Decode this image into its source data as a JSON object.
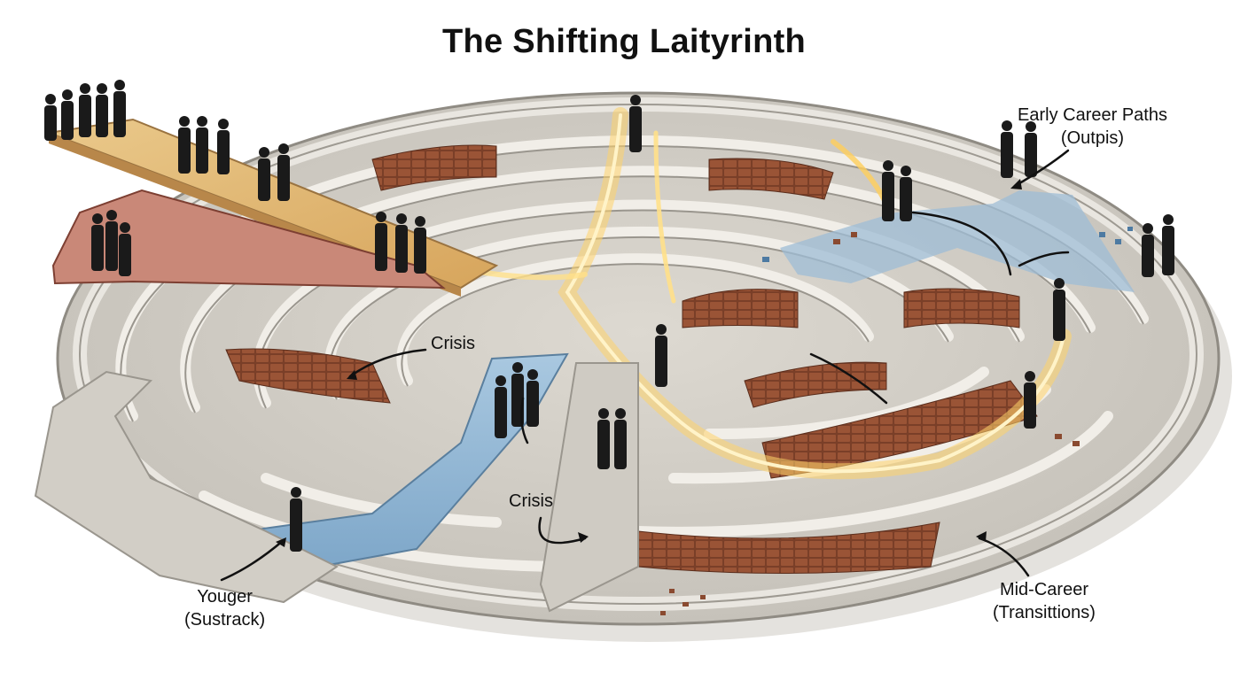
{
  "title": "The Shifting Laityrinth",
  "labels": {
    "early_career": {
      "line1": "Early Career Paths",
      "line2": "(Outpis)"
    },
    "crisis_upper": "Crisis",
    "crisis_lower": "Crisis",
    "younger": {
      "line1": "Youger",
      "line2": "(Sustrack)"
    },
    "mid_career": {
      "line1": "Mid-Career",
      "line2": "(Transittions)"
    }
  },
  "colors": {
    "concrete": "#c9c5bd",
    "concrete_edge": "#9e9a92",
    "brick": "#8a4a30",
    "wood_path": "#e3bd78",
    "red_path": "#b86c5c",
    "blue_path": "#8fb6d6",
    "glow": "#ffd36a",
    "silhouette": "#1a1a1a"
  }
}
